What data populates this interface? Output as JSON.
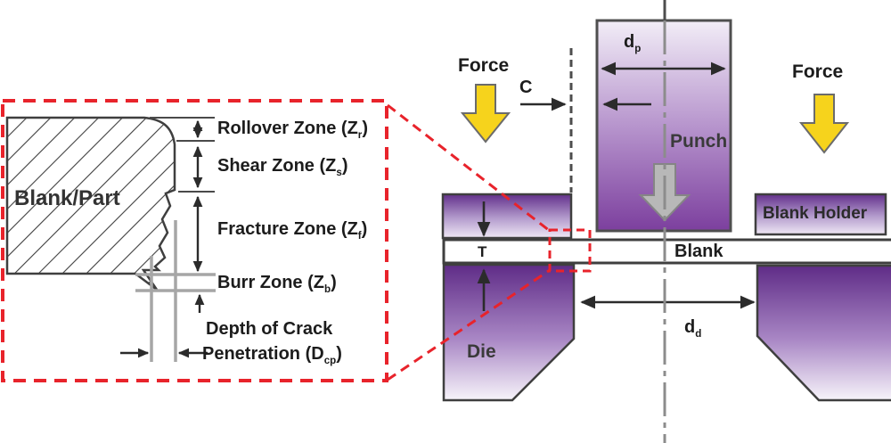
{
  "colors": {
    "accent_red": "#e8232b",
    "purple_dark": "#6a3191",
    "purple_light": "#efe9f5",
    "force_yellow": "#f6d31c",
    "punch_arrow_gray": "#b8b8b8",
    "outline_dark": "#3f3f3f",
    "reference_gray": "#a6a6a6"
  },
  "detail_panel": {
    "part_label": "Blank/Part",
    "zones": {
      "rollover": {
        "text": "Rollover Zone (Z",
        "sub": "r",
        "close": ")"
      },
      "shear": {
        "text": "Shear Zone (Z",
        "sub": "s",
        "close": ")"
      },
      "fracture": {
        "text": "Fracture Zone (Z",
        "sub": "f",
        "close": ")"
      },
      "burr": {
        "text": "Burr Zone (Z",
        "sub": "b",
        "close": ")"
      },
      "depth_line1": "Depth of Crack",
      "depth_line2": {
        "text": "Penetration (D",
        "sub": "cp",
        "close": ")"
      }
    }
  },
  "press_diagram": {
    "force_left": "Force",
    "force_right": "Force",
    "clearance": "C",
    "punch_diameter": {
      "text": "d",
      "sub": "p"
    },
    "punch": "Punch",
    "blank_holder": "Blank Holder",
    "blank": "Blank",
    "thickness": "T",
    "die": "Die",
    "die_diameter": {
      "text": "d",
      "sub": "d"
    }
  }
}
